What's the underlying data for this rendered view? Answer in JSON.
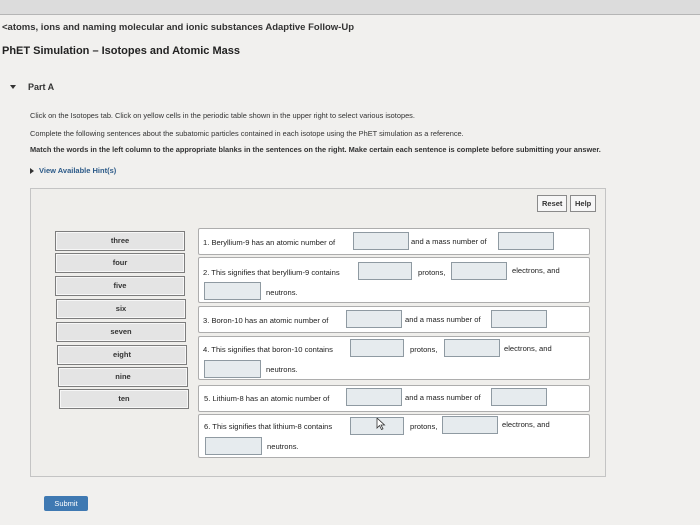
{
  "header": {
    "assignment_title": "<atoms, ions and naming molecular and ionic substances Adaptive Follow-Up",
    "problem_title": "PhET Simulation – Isotopes and Atomic Mass"
  },
  "part": {
    "label": "Part A",
    "instructions": [
      "Click on the Isotopes tab. Click on yellow cells in the periodic table shown in the upper right to select various isotopes.",
      "Complete the following sentences about the subatomic particles contained in each isotope using the PhET simulation as a reference.",
      "Match the words in the left column to the appropriate blanks in the sentences on the right. Make certain each sentence is complete before submitting your answer."
    ],
    "hints_label": "View Available Hint(s)"
  },
  "toolbar": {
    "reset_label": "Reset",
    "help_label": "Help"
  },
  "word_bank": [
    "three",
    "four",
    "five",
    "six",
    "seven",
    "eight",
    "nine",
    "ten"
  ],
  "sentences": {
    "s1": {
      "pre": "1. Beryllium-9 has an atomic number of",
      "mid": "and a mass number of"
    },
    "s2": {
      "pre": "2. This signifies that beryllium-9 contains",
      "p": "protons,",
      "e": "electrons, and",
      "n": "neutrons."
    },
    "s3": {
      "pre": "3. Boron-10 has an atomic number of",
      "mid": "and a mass number of"
    },
    "s4": {
      "pre": "4. This signifies that boron-10 contains",
      "p": "protons,",
      "e": "electrons, and",
      "n": "neutrons."
    },
    "s5": {
      "pre": "5. Lithium-8 has an atomic number of",
      "mid": "and a mass number of"
    },
    "s6": {
      "pre": "6. This signifies that lithium-8 contains",
      "p": "protons,",
      "e": "electrons, and",
      "n": "neutrons."
    }
  },
  "actions": {
    "submit_label": "Submit"
  }
}
